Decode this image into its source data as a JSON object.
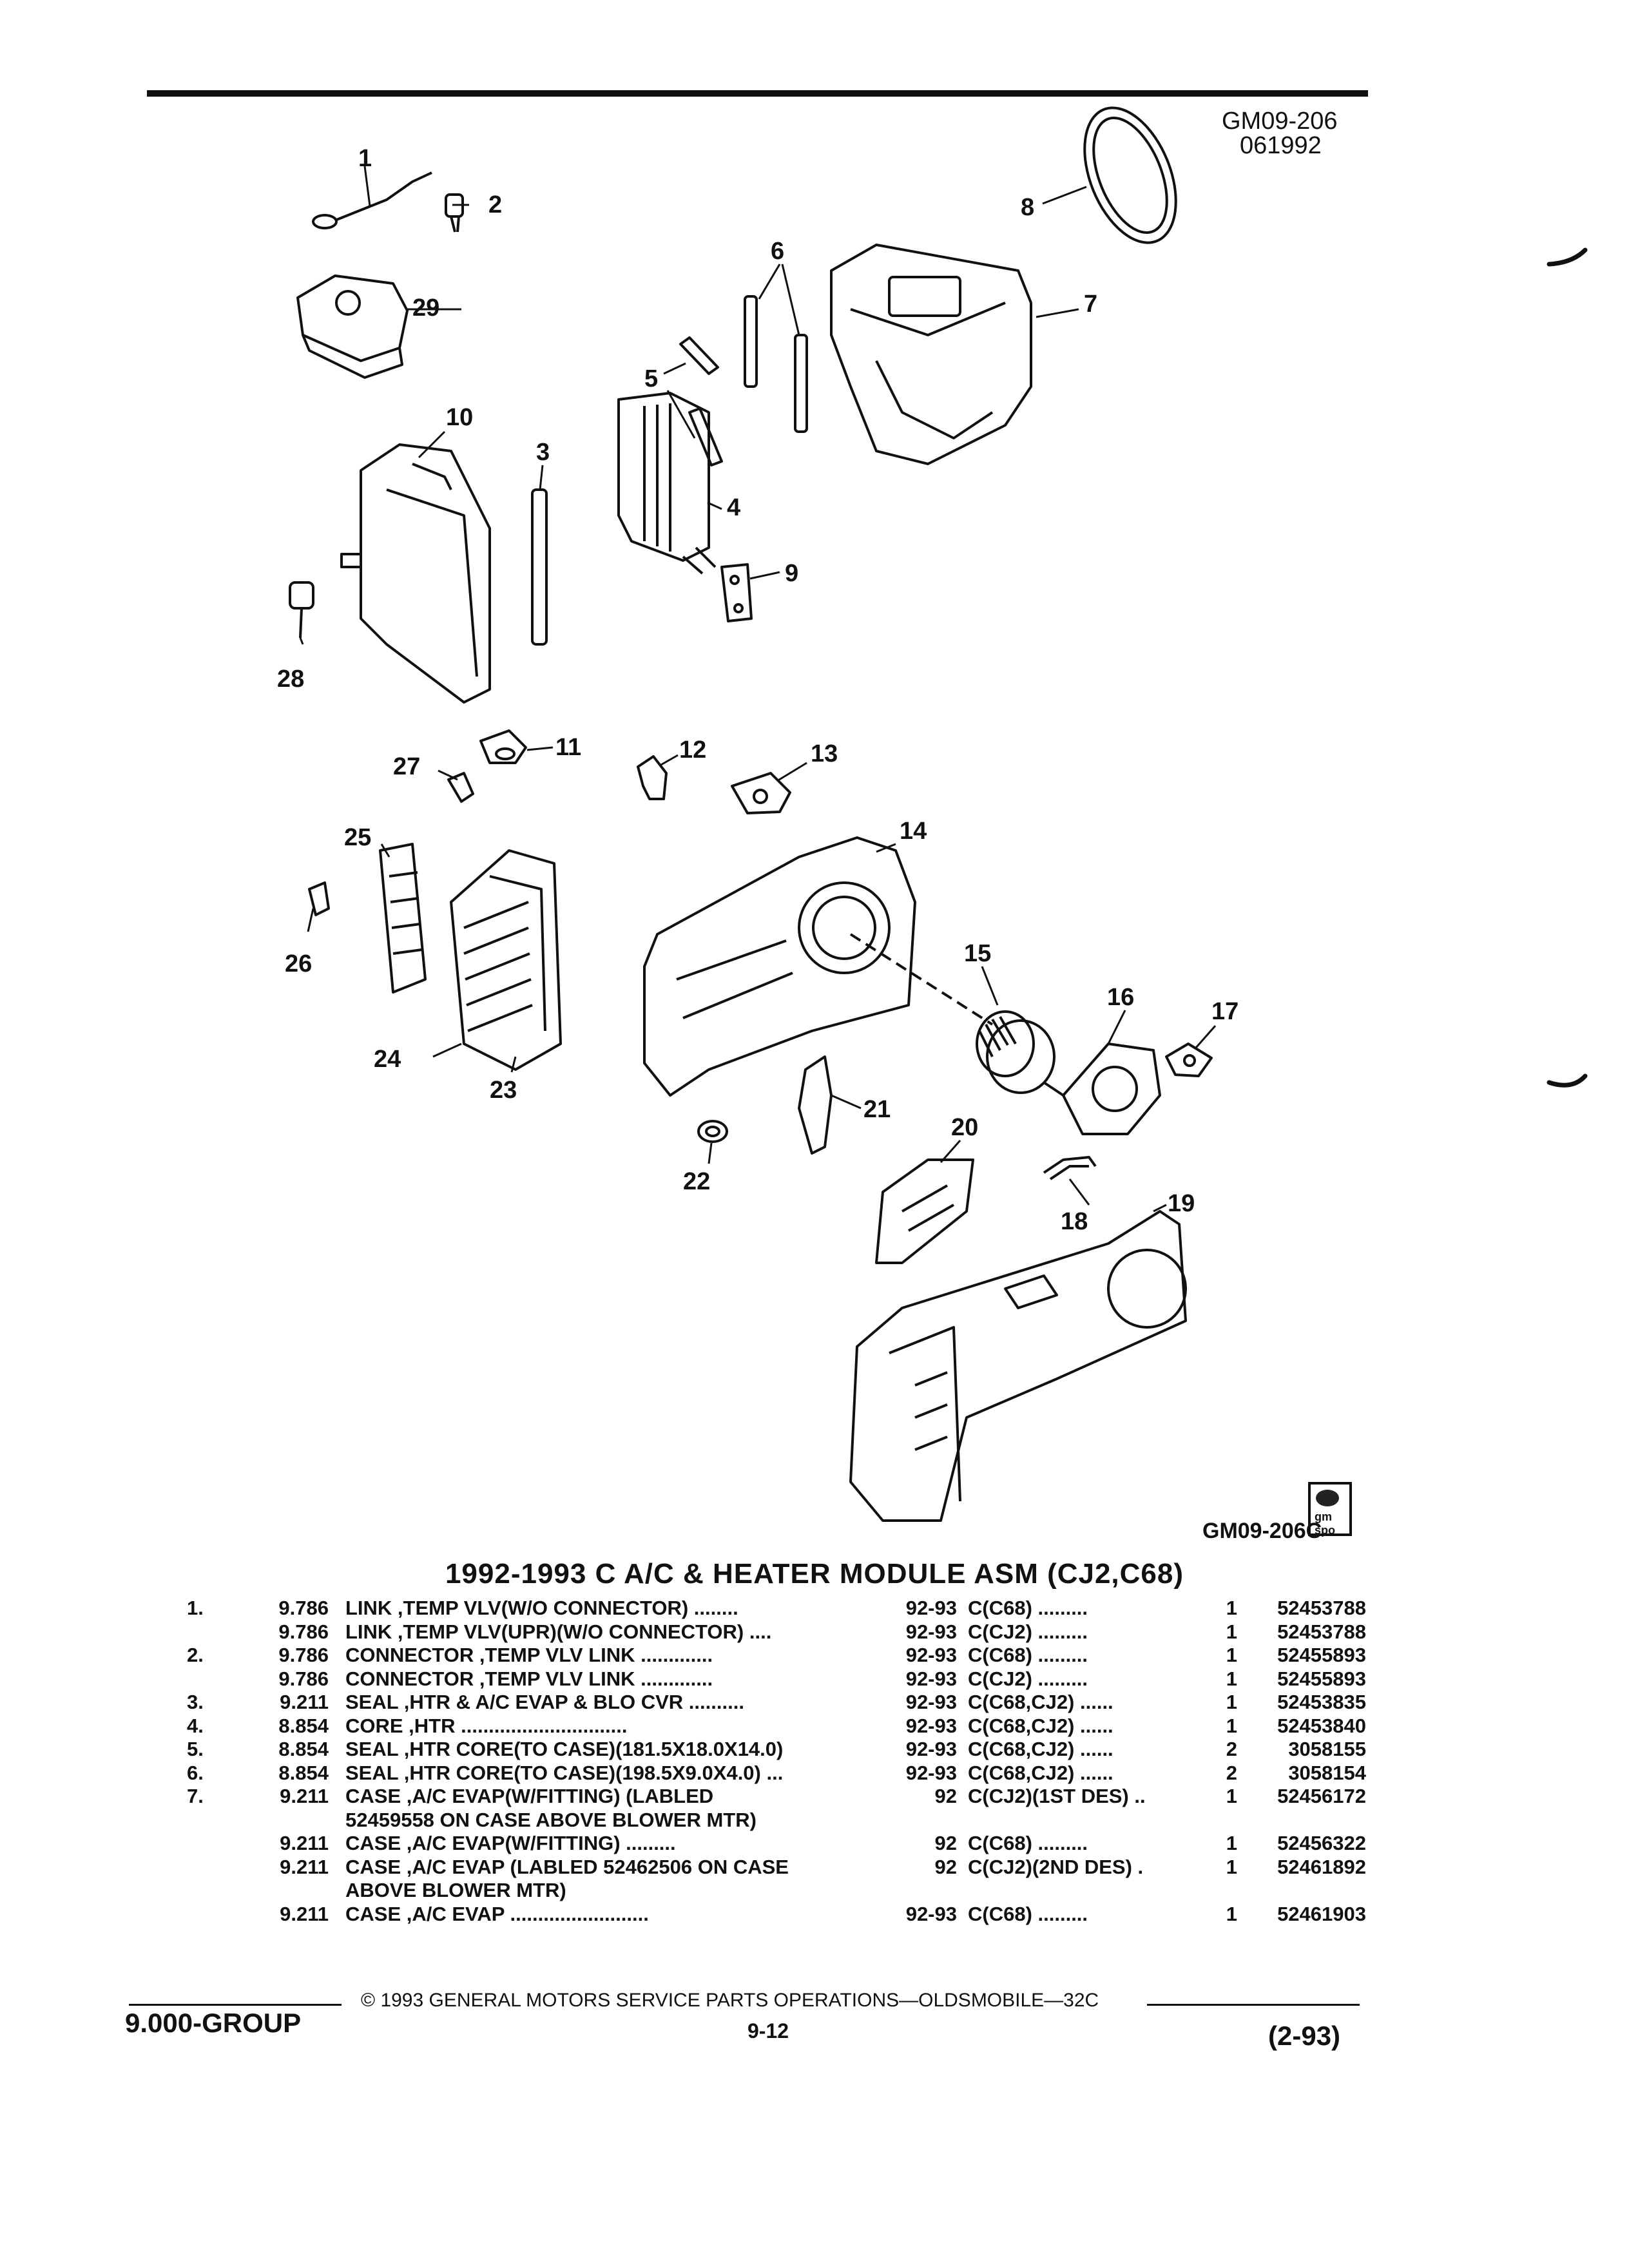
{
  "header": {
    "figure_code": "GM09-206",
    "date_code": "061992",
    "bottom_figure_code": "GM09-206C",
    "logo_text": "gm spo"
  },
  "callouts": [
    "1",
    "2",
    "3",
    "4",
    "5",
    "6",
    "7",
    "8",
    "9",
    "10",
    "11",
    "12",
    "13",
    "14",
    "15",
    "16",
    "17",
    "18",
    "19",
    "20",
    "21",
    "22",
    "23",
    "24",
    "25",
    "26",
    "27",
    "28",
    "29"
  ],
  "parts_list": {
    "title": "1992-1993 C A/C & HEATER MODULE ASM (CJ2,C68)",
    "rows": [
      {
        "no": "1.",
        "group": "9.786",
        "desc": "LINK ,TEMP VLV(W/O CONNECTOR) ........",
        "years": "92-93",
        "usage": "C(C68) .........",
        "qty": "1",
        "part": "52453788"
      },
      {
        "no": "",
        "group": "9.786",
        "desc": "LINK ,TEMP VLV(UPR)(W/O CONNECTOR) ....",
        "years": "92-93",
        "usage": "C(CJ2) .........",
        "qty": "1",
        "part": "52453788"
      },
      {
        "no": "2.",
        "group": "9.786",
        "desc": "CONNECTOR ,TEMP VLV LINK .............",
        "years": "92-93",
        "usage": "C(C68) .........",
        "qty": "1",
        "part": "52455893"
      },
      {
        "no": "",
        "group": "9.786",
        "desc": "CONNECTOR ,TEMP VLV LINK .............",
        "years": "92-93",
        "usage": "C(CJ2) .........",
        "qty": "1",
        "part": "52455893"
      },
      {
        "no": "3.",
        "group": "9.211",
        "desc": "SEAL ,HTR & A/C EVAP & BLO CVR ..........",
        "years": "92-93",
        "usage": "C(C68,CJ2) ......",
        "qty": "1",
        "part": "52453835"
      },
      {
        "no": "4.",
        "group": "8.854",
        "desc": "CORE ,HTR ..............................",
        "years": "92-93",
        "usage": "C(C68,CJ2) ......",
        "qty": "1",
        "part": "52453840"
      },
      {
        "no": "5.",
        "group": "8.854",
        "desc": "SEAL ,HTR CORE(TO CASE)(181.5X18.0X14.0)",
        "years": "92-93",
        "usage": "C(C68,CJ2) ......",
        "qty": "2",
        "part": "3058155"
      },
      {
        "no": "6.",
        "group": "8.854",
        "desc": "SEAL ,HTR CORE(TO CASE)(198.5X9.0X4.0) ...",
        "years": "92-93",
        "usage": "C(C68,CJ2) ......",
        "qty": "2",
        "part": "3058154"
      },
      {
        "no": "7.",
        "group": "9.211",
        "desc": "CASE ,A/C EVAP(W/FITTING) (LABLED",
        "years": "92",
        "usage": "C(CJ2)(1ST DES) ..",
        "qty": "1",
        "part": "52456172"
      },
      {
        "no": "",
        "group": "",
        "desc": "52459558 ON CASE ABOVE BLOWER MTR)",
        "years": "",
        "usage": "",
        "qty": "",
        "part": ""
      },
      {
        "no": "",
        "group": "9.211",
        "desc": "CASE ,A/C EVAP(W/FITTING) .........",
        "years": "92",
        "usage": "C(C68) .........",
        "qty": "1",
        "part": "52456322"
      },
      {
        "no": "",
        "group": "9.211",
        "desc": "CASE ,A/C EVAP (LABLED 52462506 ON CASE",
        "years": "92",
        "usage": "C(CJ2)(2ND DES) .",
        "qty": "1",
        "part": "52461892"
      },
      {
        "no": "",
        "group": "",
        "desc": "ABOVE BLOWER MTR)",
        "years": "",
        "usage": "",
        "qty": "",
        "part": ""
      },
      {
        "no": "",
        "group": "9.211",
        "desc": "CASE ,A/C EVAP .........................",
        "years": "92-93",
        "usage": "C(C68) .........",
        "qty": "1",
        "part": "52461903"
      }
    ]
  },
  "footer": {
    "copyright": "© 1993 GENERAL MOTORS SERVICE PARTS OPERATIONS—OLDSMOBILE—32C",
    "group": "9.000-GROUP",
    "page": "9-12",
    "date": "(2-93)"
  }
}
